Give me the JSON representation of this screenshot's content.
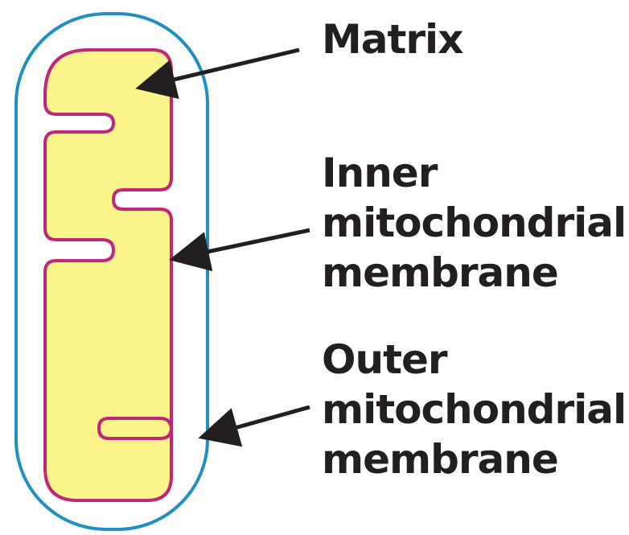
{
  "labels": {
    "matrix": "Matrix",
    "inner": [
      "Inner",
      "mitochondrial",
      "membrane"
    ],
    "outer": [
      "Outer",
      "mitochondrial",
      "membrane"
    ]
  },
  "colors": {
    "outer_membrane": "#1f8fc4",
    "inner_membrane": "#c1267a",
    "matrix_fill": "#fbf48a",
    "text": "#231f20",
    "arrow": "#231f20"
  }
}
